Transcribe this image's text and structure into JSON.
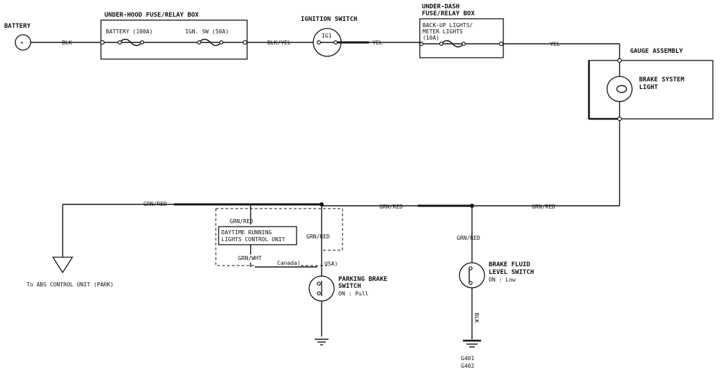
{
  "labels": {
    "battery": "BATTERY",
    "battery_symbol": "+",
    "underhood_title": "UNDER-HOOD FUSE/RELAY BOX",
    "fuse_battery": "BATTERY (100A)",
    "fuse_ign": "IGN. SW (50A)",
    "ignition_switch": "IGNITION SWITCH",
    "ig1": "IG1",
    "underdash_title_1": "UNDER-DASH",
    "underdash_title_2": "FUSE/RELAY BOX",
    "backup_fuse_1": "BACK-UP LIGHTS/",
    "backup_fuse_2": "METER LIGHTS",
    "backup_fuse_3": "(10A)",
    "gauge_assembly": "GAUGE ASSEMBLY",
    "brake_light_1": "BRAKE SYSTEM",
    "brake_light_2": "LIGHT",
    "drl_1": "DAYTIME RUNNING",
    "drl_2": "LIGHTS CONTROL UNIT",
    "canada": "Canada)",
    "usa": "USA)",
    "parking_1": "PARKING BRAKE",
    "parking_2": "SWITCH",
    "parking_3": "ON : Pull",
    "fluid_1": "BRAKE FLUID",
    "fluid_2": "LEVEL SWITCH",
    "fluid_3": "ON : Low",
    "abs": "To ABS CONTROL UNIT (PARK)",
    "g401": "G401",
    "g402": "G402"
  },
  "wires": {
    "blk_1": "BLK",
    "blk_yel": "BLK/YEL",
    "yel_1": "YEL",
    "yel_2": "YEL",
    "grn_red_left": "GRN/RED",
    "grn_red_mid": "GRN/RED",
    "grn_red_right": "GRN/RED",
    "grn_red_drl": "GRN/RED",
    "grn_red_parking": "GRN/RED",
    "grn_red_fluid": "GRN/RED",
    "grn_wht": "GRN/WHT",
    "blk_ground": "BLK"
  }
}
